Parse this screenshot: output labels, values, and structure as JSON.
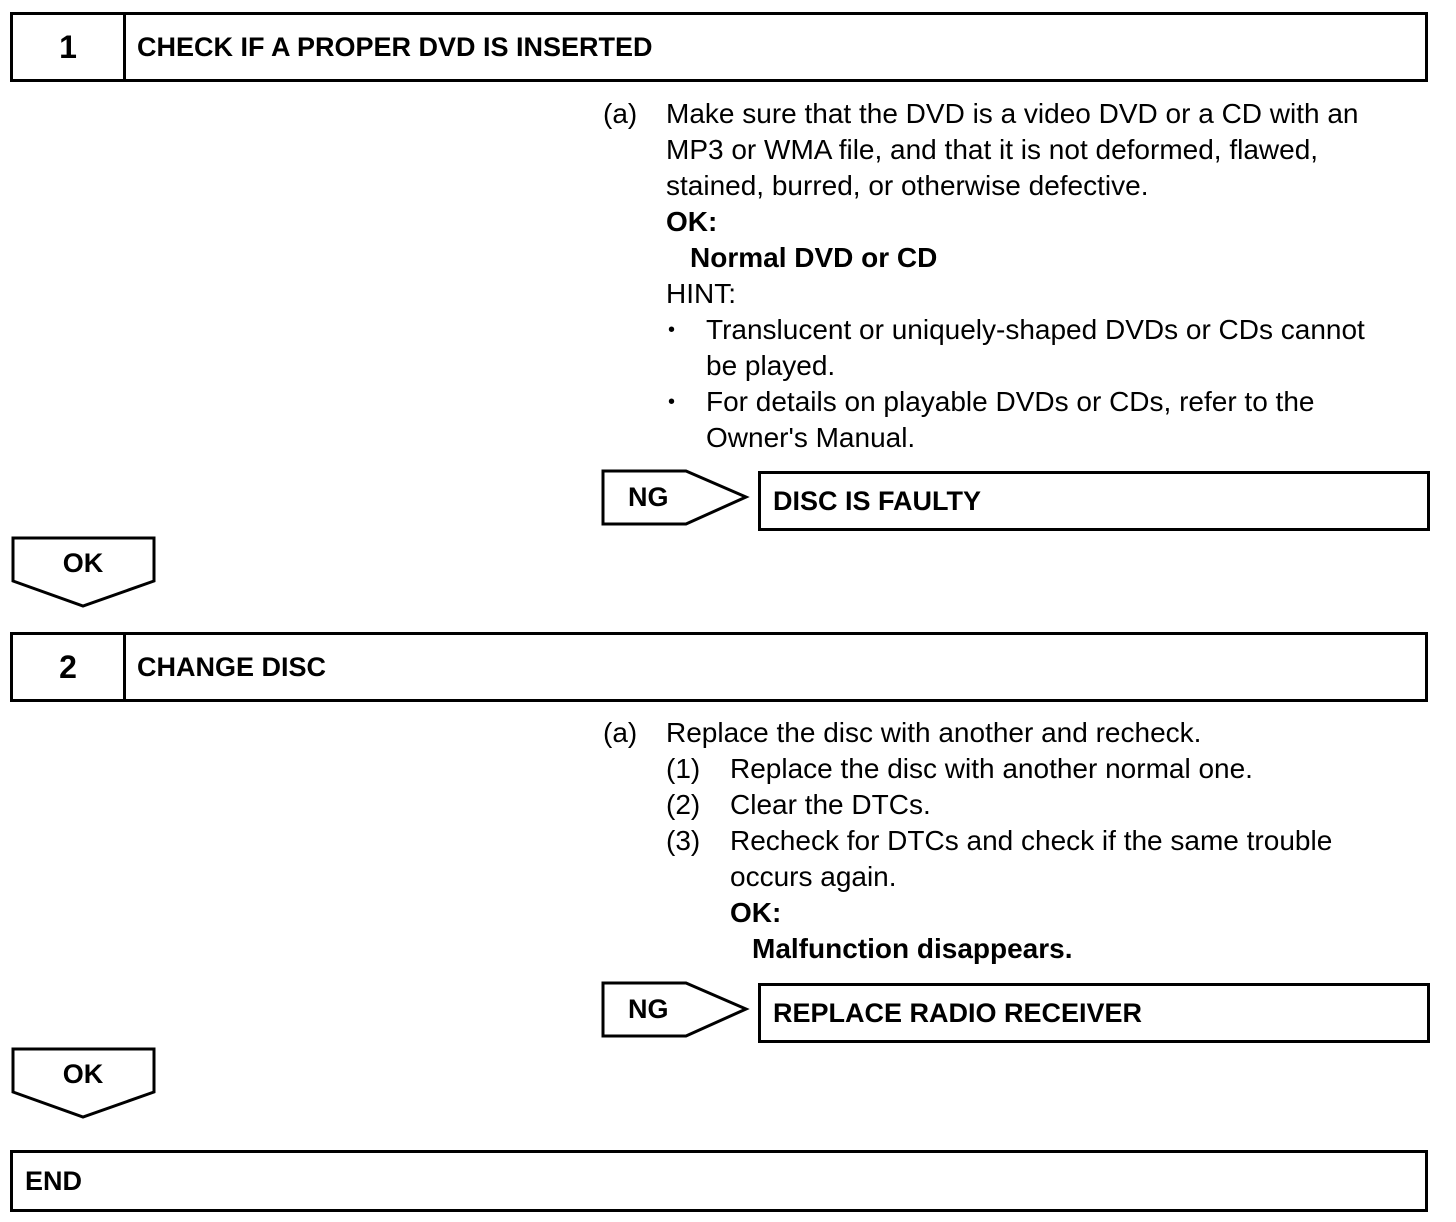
{
  "step1": {
    "number": "1",
    "title": "CHECK IF A PROPER DVD IS INSERTED",
    "item_a_marker": "(a)",
    "item_a_lines": [
      "Make sure that the DVD is a video DVD or a CD with an",
      "MP3 or WMA file, and that it is not deformed, flawed,",
      "stained, burred, or otherwise defective."
    ],
    "ok_heading": "OK:",
    "ok_value": "Normal DVD or CD",
    "hint_heading": "HINT:",
    "bullet_symbol": "•",
    "hints": [
      {
        "lines": [
          "Translucent or uniquely-shaped DVDs or CDs cannot",
          "be played."
        ]
      },
      {
        "lines": [
          "For details on playable DVDs or CDs, refer to the",
          "Owner's Manual."
        ]
      }
    ],
    "ng_label": "NG",
    "ng_result": "DISC IS FAULTY",
    "ok_arrow_label": "OK"
  },
  "step2": {
    "number": "2",
    "title": "CHANGE DISC",
    "item_a_marker": "(a)",
    "item_a_text": "Replace the disc with another and recheck.",
    "substeps": [
      {
        "marker": "(1)",
        "lines": [
          "Replace the disc with another normal one."
        ]
      },
      {
        "marker": "(2)",
        "lines": [
          "Clear the DTCs."
        ]
      },
      {
        "marker": "(3)",
        "lines": [
          "Recheck for DTCs and check if the same trouble",
          "occurs again."
        ]
      }
    ],
    "ok_heading": "OK:",
    "ok_value": "Malfunction disappears.",
    "ng_label": "NG",
    "ng_result": "REPLACE RADIO RECEIVER",
    "ok_arrow_label": "OK"
  },
  "end": {
    "title": "END"
  }
}
